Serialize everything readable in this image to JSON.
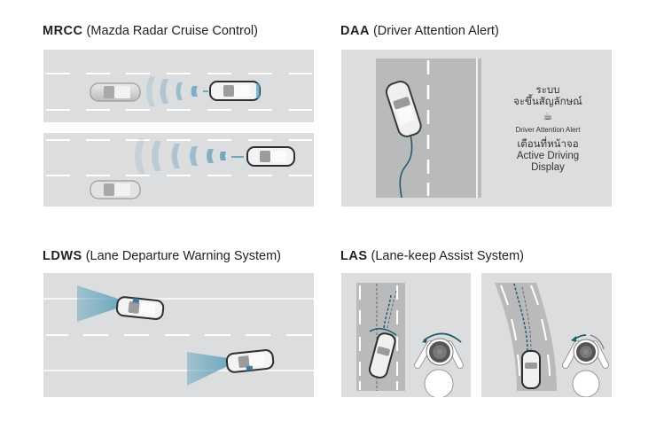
{
  "sections": {
    "mrcc": {
      "acronym": "MRCC",
      "full_name": "(Mazda Radar Cruise Control)"
    },
    "daa": {
      "acronym": "DAA",
      "full_name": "(Driver Attention Alert)",
      "panel_text": {
        "line1": "ระบบ",
        "line2": "จะขึ้นสัญลักษณ์",
        "icon": "coffee-cup-icon",
        "icon_glyph": "☕",
        "alert_label": "Driver Attention Alert",
        "line3": "เตือนที่หน้าจอ",
        "line4": "Active Driving",
        "line5": "Display"
      }
    },
    "ldws": {
      "acronym": "LDWS",
      "full_name": "(Lane Departure Warning System)"
    },
    "las": {
      "acronym": "LAS",
      "full_name": "(Lane-keep Assist System)"
    }
  },
  "colors": {
    "panel_bg": "#dcdddf",
    "road_dark": "#b9babc",
    "lane_line": "#ffffff",
    "accent_blue": "#5a9fb8",
    "path_teal": "#1f5e6e",
    "title_text": "#222222"
  }
}
